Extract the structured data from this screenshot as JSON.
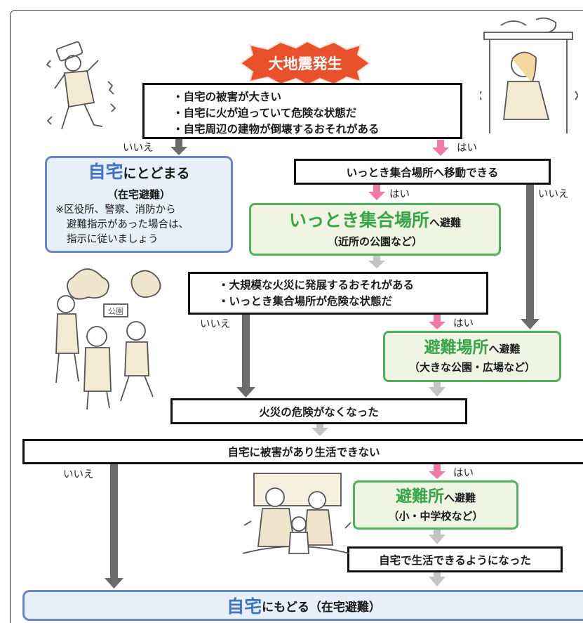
{
  "start": {
    "label": "大地震発生"
  },
  "q1": {
    "items": [
      "・自宅の被害が大きい",
      "・自宅に火が迫っていて危険な状態だ",
      "・自宅周辺の建物が倒壊するおそれがある"
    ]
  },
  "stay_home": {
    "title_big": "自宅",
    "title_rest": "にとどまる",
    "subtitle": "（在宅避難）",
    "note_line1": "※区役所、警察、消防から",
    "note_line2": "避難指示があった場合は、",
    "note_line3": "指示に従いましょう"
  },
  "q2": {
    "text": "いっとき集合場所へ移動できる"
  },
  "temp_area": {
    "title_big": "いっとき集合場所",
    "title_suffix": "へ避難",
    "subtitle": "（近所の公園など）"
  },
  "q3": {
    "items": [
      "・大規模な火災に発展するおそれがある",
      "・いっとき集合場所が危険な状態だ"
    ]
  },
  "evac_site": {
    "title_big": "避難場所",
    "title_suffix": "へ避難",
    "subtitle": "（大きな公園・広場など）"
  },
  "fire_gone": {
    "text": "火災の危険がなくなった"
  },
  "q4": {
    "text": "自宅に被害があり生活できない"
  },
  "shelter": {
    "title_big": "避難所",
    "title_suffix": "へ避難",
    "subtitle": "（小・中学校など）"
  },
  "can_live": {
    "text": "自宅で生活できるようになった"
  },
  "return_home": {
    "title_big": "自宅",
    "title_rest": "にもどる（在宅避難）"
  },
  "labels": {
    "yes": "はい",
    "no": "いいえ"
  },
  "illustration": {
    "park_sign": "公園"
  },
  "colors": {
    "start_burst": "#e8512c",
    "yes_arrow": "#f07aa5",
    "no_arrow": "#6b6b6b",
    "flow_arrow": "#c4c4c4",
    "green_text": "#3aa548",
    "blue_text": "#3d74c4"
  }
}
